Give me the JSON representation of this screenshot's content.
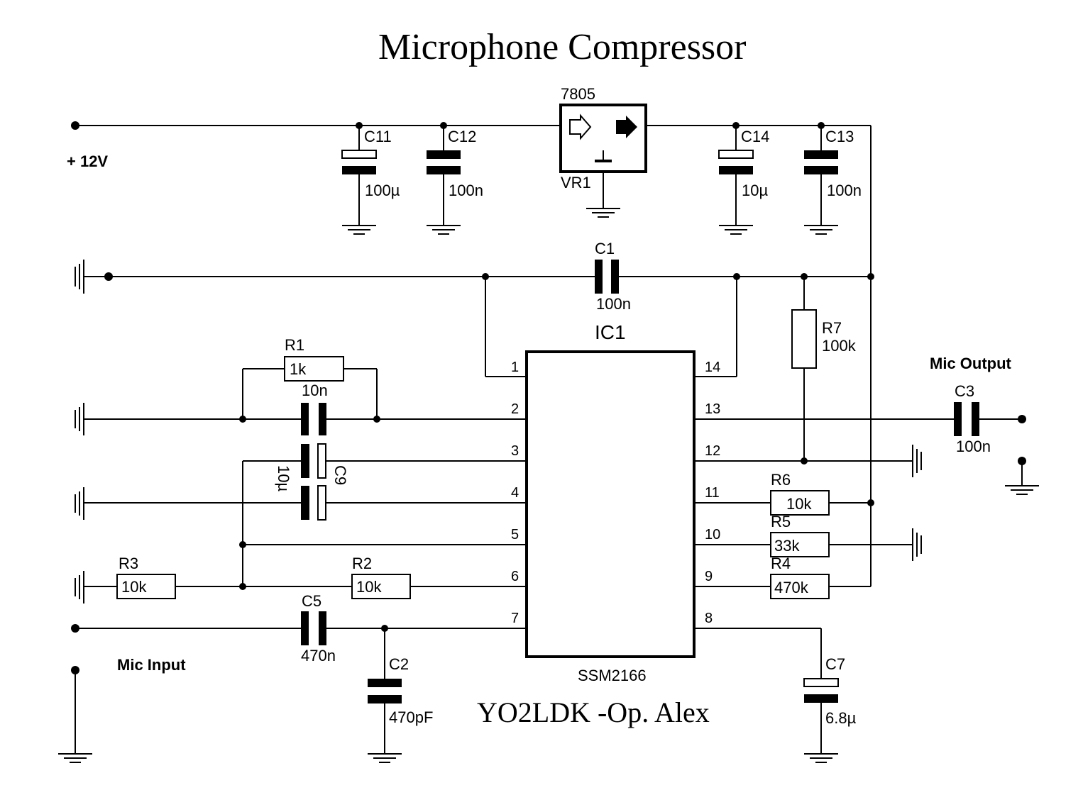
{
  "title": "Microphone Compressor",
  "author": "YO2LDK -Op. Alex",
  "ports": {
    "supply": "+ 12V",
    "mic_input": "Mic Input",
    "mic_output": "Mic Output"
  },
  "regulator": {
    "part": "7805",
    "ref": "VR1"
  },
  "ic": {
    "ref": "IC1",
    "part": "SSM2166",
    "left_pins": [
      "1",
      "2",
      "3",
      "4",
      "5",
      "6",
      "7"
    ],
    "right_pins": [
      "14",
      "13",
      "12",
      "11",
      "10",
      "9",
      "8"
    ]
  },
  "capacitors": {
    "c11": {
      "ref": "C11",
      "value": "100µ"
    },
    "c12": {
      "ref": "C12",
      "value": "100n"
    },
    "c14": {
      "ref": "C14",
      "value": "10µ"
    },
    "c13": {
      "ref": "C13",
      "value": "100n"
    },
    "c1": {
      "ref": "C1",
      "value": "100n"
    },
    "c3": {
      "ref": "C3",
      "value": "100n"
    },
    "c10n": {
      "value": "10n"
    },
    "c9": {
      "ref": "C9",
      "value": "10µ"
    },
    "c5": {
      "ref": "C5",
      "value": "470n"
    },
    "c2": {
      "ref": "C2",
      "value": "470pF"
    },
    "c7": {
      "ref": "C7",
      "value": "6.8µ"
    }
  },
  "resistors": {
    "r1": {
      "ref": "R1",
      "value": "1k"
    },
    "r2": {
      "ref": "R2",
      "value": "10k"
    },
    "r3": {
      "ref": "R3",
      "value": "10k"
    },
    "r4": {
      "ref": "R4",
      "value": "470k"
    },
    "r5": {
      "ref": "R5",
      "value": "33k"
    },
    "r6": {
      "ref": "R6",
      "value": "10k"
    },
    "r7": {
      "ref": "R7",
      "value": "100k"
    }
  }
}
